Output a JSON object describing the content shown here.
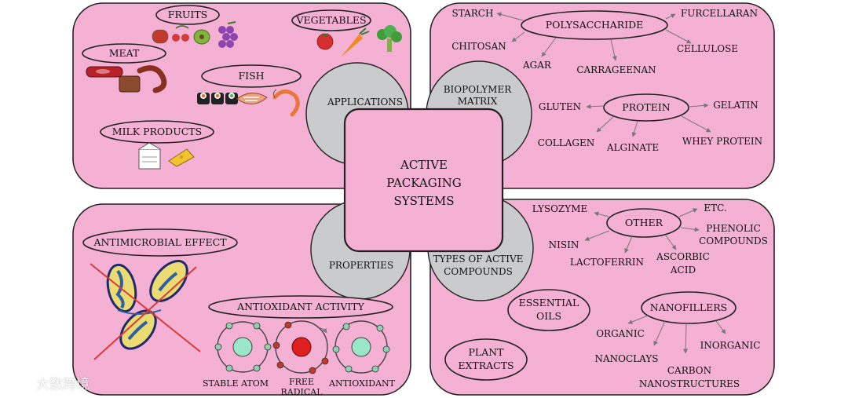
{
  "center": {
    "lines": [
      "ACTIVE",
      "PACKAGING",
      "SYSTEMS"
    ]
  },
  "hubs": {
    "applications": "APPLICATIONS",
    "matrix": [
      "BIOPOLYMER",
      "MATRIX"
    ],
    "properties": "PROPERTIES",
    "compounds": [
      "TYPES OF ACTIVE",
      "COMPOUNDS"
    ]
  },
  "applications": {
    "fruits": "FRUITS",
    "vegetables": "VEGETABLES",
    "meat": "MEAT",
    "fish": "FISH",
    "milk": "MILK PRODUCTS"
  },
  "matrix": {
    "polysaccharide": {
      "label": "POLYSACCHARIDE",
      "items": [
        "STARCH",
        "FURCELLARAN",
        "CHITOSAN",
        "AGAR",
        "CARRAGEENAN",
        "CELLULOSE"
      ]
    },
    "protein": {
      "label": "PROTEIN",
      "items": [
        "GLUTEN",
        "GELATIN",
        "COLLAGEN",
        "ALGINATE",
        "WHEY PROTEIN"
      ]
    }
  },
  "properties": {
    "antimicrobial": "ANTIMICROBIAL EFFECT",
    "antioxidant": "ANTIOXIDANT ACTIVITY",
    "atoms": [
      "STABLE ATOM",
      [
        "FREE",
        "RADICAL"
      ],
      "ANTIOXIDANT"
    ]
  },
  "compounds": {
    "other": {
      "label": "OTHER",
      "items": [
        "LYSOZYME",
        "ETC.",
        [
          "PHENOLIC",
          "COMPOUNDS"
        ],
        "NISIN",
        "LACTOFERRIN",
        [
          "ASCORBIC",
          "ACID"
        ]
      ]
    },
    "essential_oils": [
      "ESSENTIAL",
      "OILS"
    ],
    "plant_extracts": [
      "PLANT",
      "EXTRACTS"
    ],
    "nanofillers": {
      "label": "NANOFILLERS",
      "items": [
        "ORGANIC",
        "INORGANIC",
        "NANOCLAYS",
        [
          "CARBON",
          "NANOSTRUCTURES"
        ]
      ]
    }
  },
  "watermark": "大数跨境",
  "colors": {
    "panel": "#f5b1d3",
    "hub": "#c9cbcc",
    "center": "#f5b1d3",
    "outline": "#222222"
  }
}
